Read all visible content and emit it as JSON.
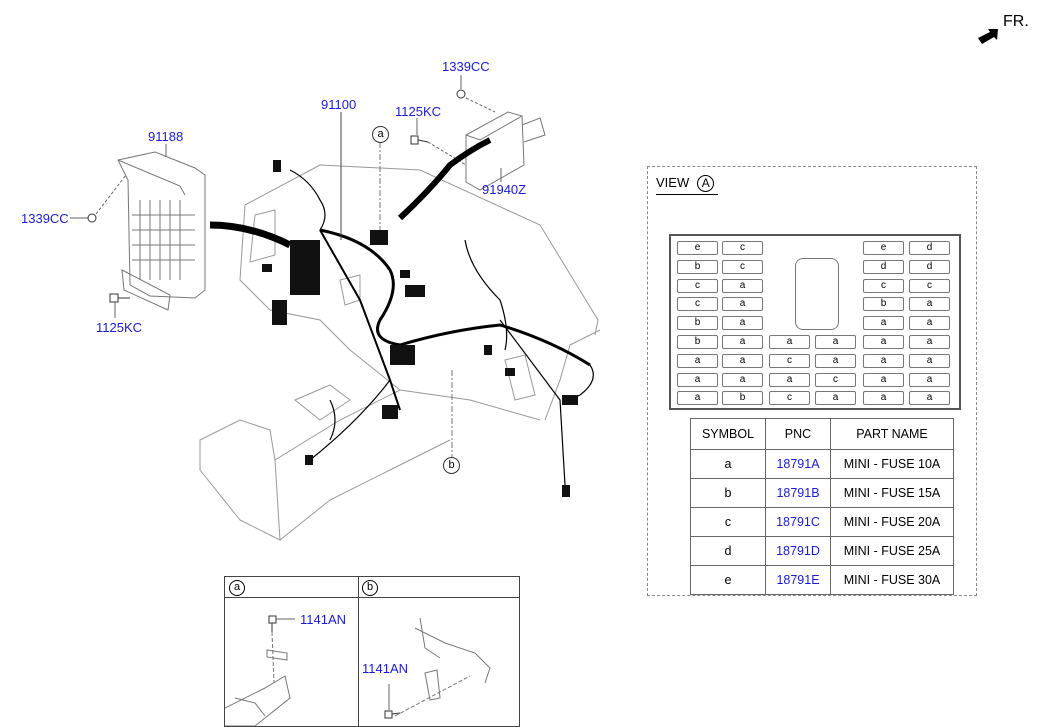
{
  "orientation": {
    "label": "FR.",
    "icon": "front-arrow-icon"
  },
  "callouts": {
    "p91188": "91188",
    "p1339cc_left": "1339CC",
    "p1125kc_left": "1125KC",
    "p91100": "91100",
    "p1125kc_top": "1125KC",
    "p1339cc_top": "1339CC",
    "p91940z": "91940Z",
    "ref_a": "a",
    "ref_b": "b"
  },
  "view": {
    "title": "VIEW",
    "symbol": "A",
    "fuse_grid": {
      "left_cols": [
        [
          "e",
          "c"
        ],
        [
          "b",
          "c"
        ],
        [
          "c",
          "a"
        ],
        [
          "c",
          "a"
        ],
        [
          "b",
          "a"
        ],
        [
          "b",
          "a"
        ],
        [
          "a",
          "a"
        ],
        [
          "a",
          "a"
        ],
        [
          "a",
          "b"
        ]
      ],
      "middle_cols": [
        [
          "a",
          "a"
        ],
        [
          "c",
          "a"
        ],
        [
          "a",
          "c"
        ],
        [
          "c",
          "a"
        ]
      ],
      "right_cols": [
        [
          "e",
          "d"
        ],
        [
          "d",
          "d"
        ],
        [
          "c",
          "c"
        ],
        [
          "b",
          "a"
        ],
        [
          "a",
          "a"
        ],
        [
          "a",
          "a"
        ],
        [
          "a",
          "a"
        ],
        [
          "a",
          "a"
        ],
        [
          "a",
          "a"
        ]
      ]
    }
  },
  "legend": {
    "headers": [
      "SYMBOL",
      "PNC",
      "PART NAME"
    ],
    "rows": [
      {
        "symbol": "a",
        "pnc": "18791A",
        "name": "MINI - FUSE 10A"
      },
      {
        "symbol": "b",
        "pnc": "18791B",
        "name": "MINI - FUSE 15A"
      },
      {
        "symbol": "c",
        "pnc": "18791C",
        "name": "MINI - FUSE 20A"
      },
      {
        "symbol": "d",
        "pnc": "18791D",
        "name": "MINI - FUSE 25A"
      },
      {
        "symbol": "e",
        "pnc": "18791E",
        "name": "MINI - FUSE 30A"
      }
    ]
  },
  "details": {
    "a": {
      "symbol": "a",
      "part": "1141AN"
    },
    "b": {
      "symbol": "b",
      "part": "1141AN"
    }
  },
  "colors": {
    "callout": "#1a1adc",
    "line": "#000000",
    "outline": "#999999"
  }
}
